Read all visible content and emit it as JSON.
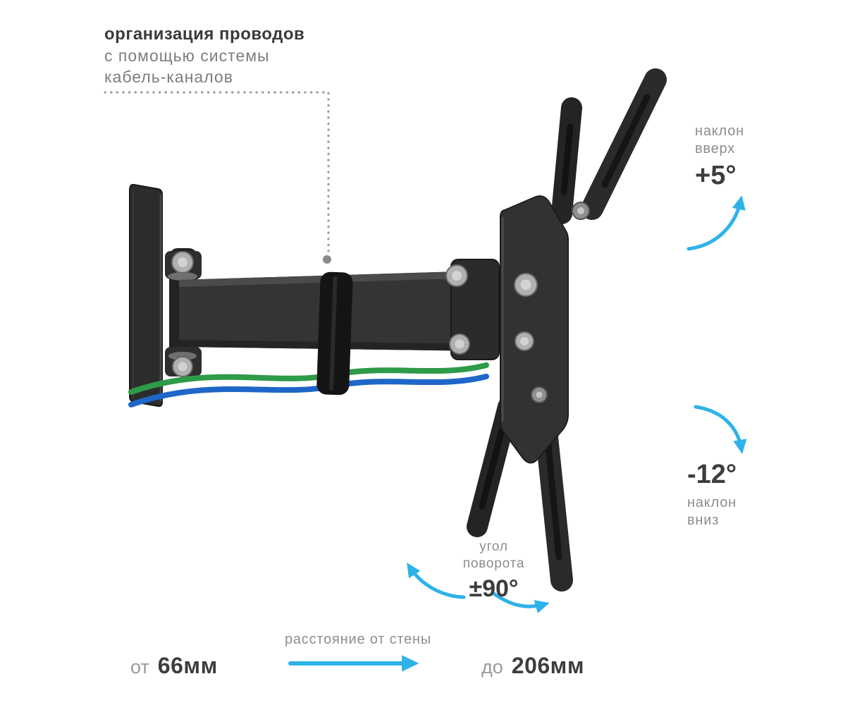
{
  "colors": {
    "accent": "#2db3e8",
    "text_dark": "#3d3d3d",
    "text_gray": "#8d8d8d",
    "cable_green": "#2e9b49",
    "cable_blue": "#1e66c8",
    "mount_dark": "#2c2c2c"
  },
  "cable_note": {
    "title": "организация проводов",
    "line2": "с помощью системы",
    "line3": "кабель-каналов"
  },
  "tilt_up": {
    "label1": "наклон",
    "label2": "вверх",
    "value": "+5°"
  },
  "tilt_down": {
    "value": "-12°",
    "label1": "наклон",
    "label2": "вниз"
  },
  "swivel": {
    "label1": "угол",
    "label2": "поворота",
    "value": "±90°"
  },
  "distance": {
    "label": "расстояние от стены",
    "from_word": "от",
    "from_value": "66мм",
    "to_word": "до",
    "to_value": "206мм"
  }
}
